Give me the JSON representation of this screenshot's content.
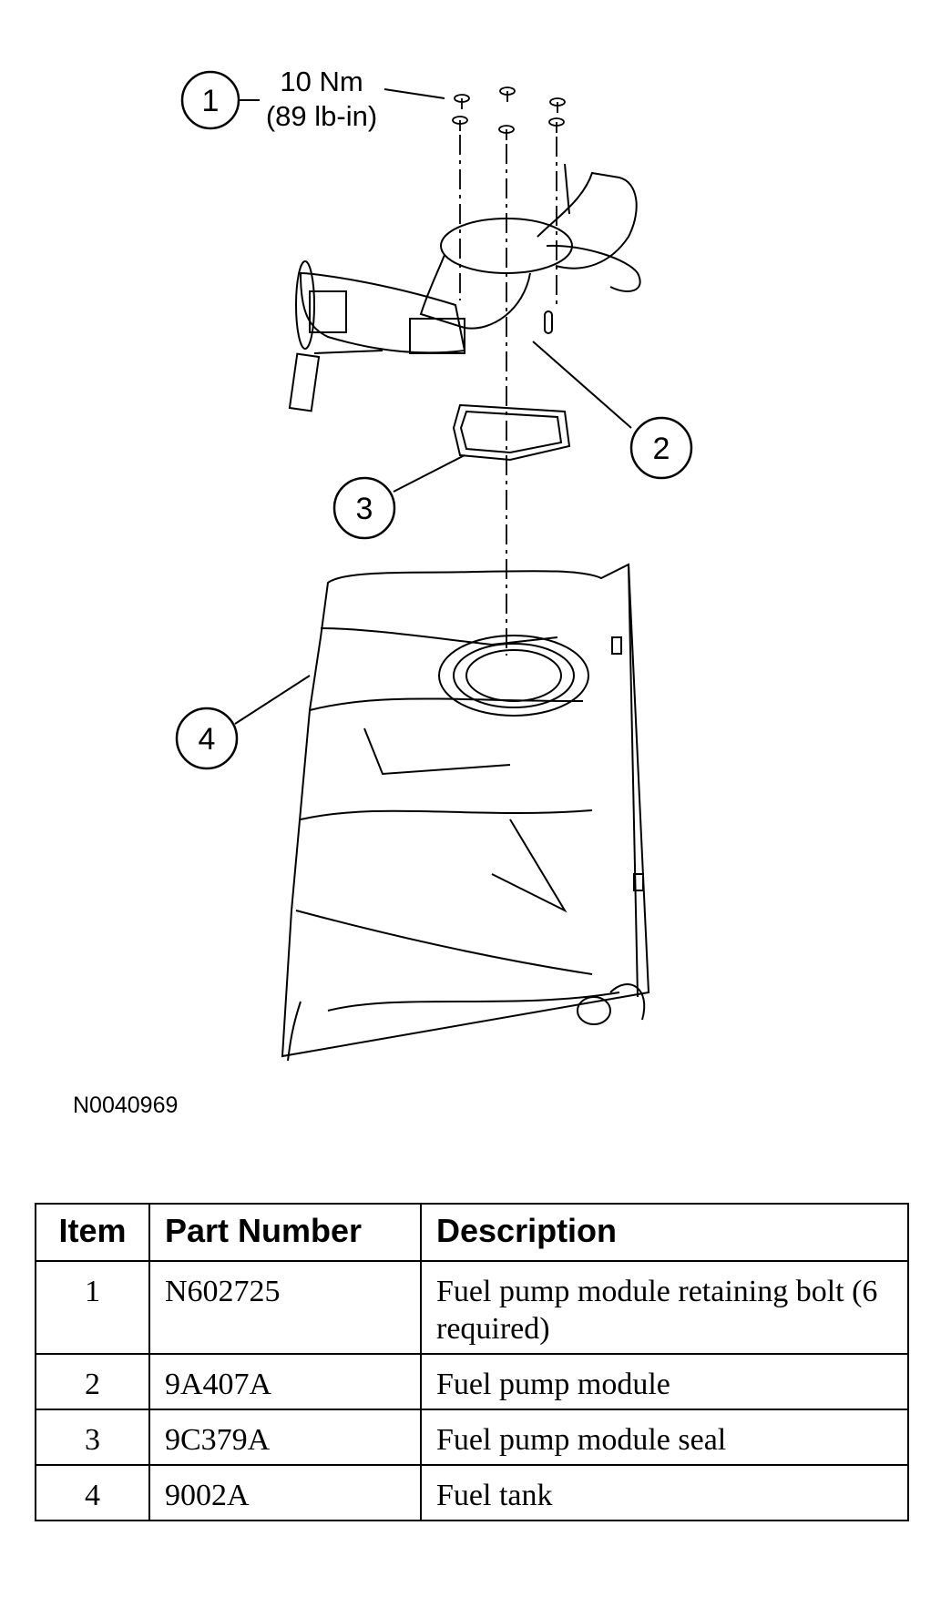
{
  "diagram": {
    "callouts": [
      "1",
      "2",
      "3",
      "4"
    ],
    "torque": {
      "metric": "10 Nm",
      "imperial": "(89 lb-in)"
    },
    "figure_id": "N0040969"
  },
  "parts_table": {
    "headers": {
      "item": "Item",
      "part_number": "Part Number",
      "description": "Description"
    },
    "rows": [
      {
        "item": "1",
        "part_number": "N602725",
        "description": "Fuel pump module retaining bolt (6 required)"
      },
      {
        "item": "2",
        "part_number": "9A407A",
        "description": "Fuel pump module"
      },
      {
        "item": "3",
        "part_number": "9C379A",
        "description": "Fuel pump module seal"
      },
      {
        "item": "4",
        "part_number": "9002A",
        "description": "Fuel tank"
      }
    ]
  }
}
